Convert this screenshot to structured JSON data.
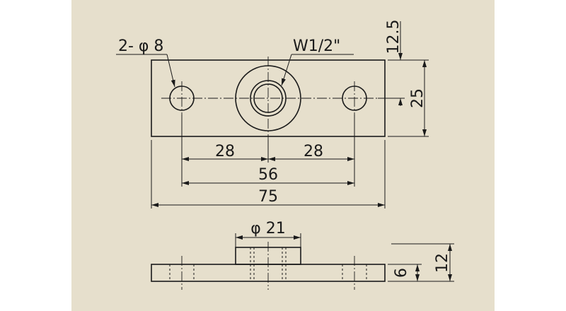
{
  "colors": {
    "panel_bg": "#e6dfcc",
    "line": "#1a1a1a",
    "page_bg": "#ffffff"
  },
  "top_view": {
    "hole_callout": "2- φ 8",
    "thread_callout": "W1/2\"",
    "dim_hole_spacing_left": "28",
    "dim_hole_spacing_right": "28",
    "dim_hole_pitch": "56",
    "dim_overall_length": "75",
    "dim_overall_height": "25",
    "dim_center_height": "12.5"
  },
  "side_view": {
    "dim_boss_diameter": "φ 21",
    "dim_plate_thickness": "6",
    "dim_total_height": "12"
  }
}
